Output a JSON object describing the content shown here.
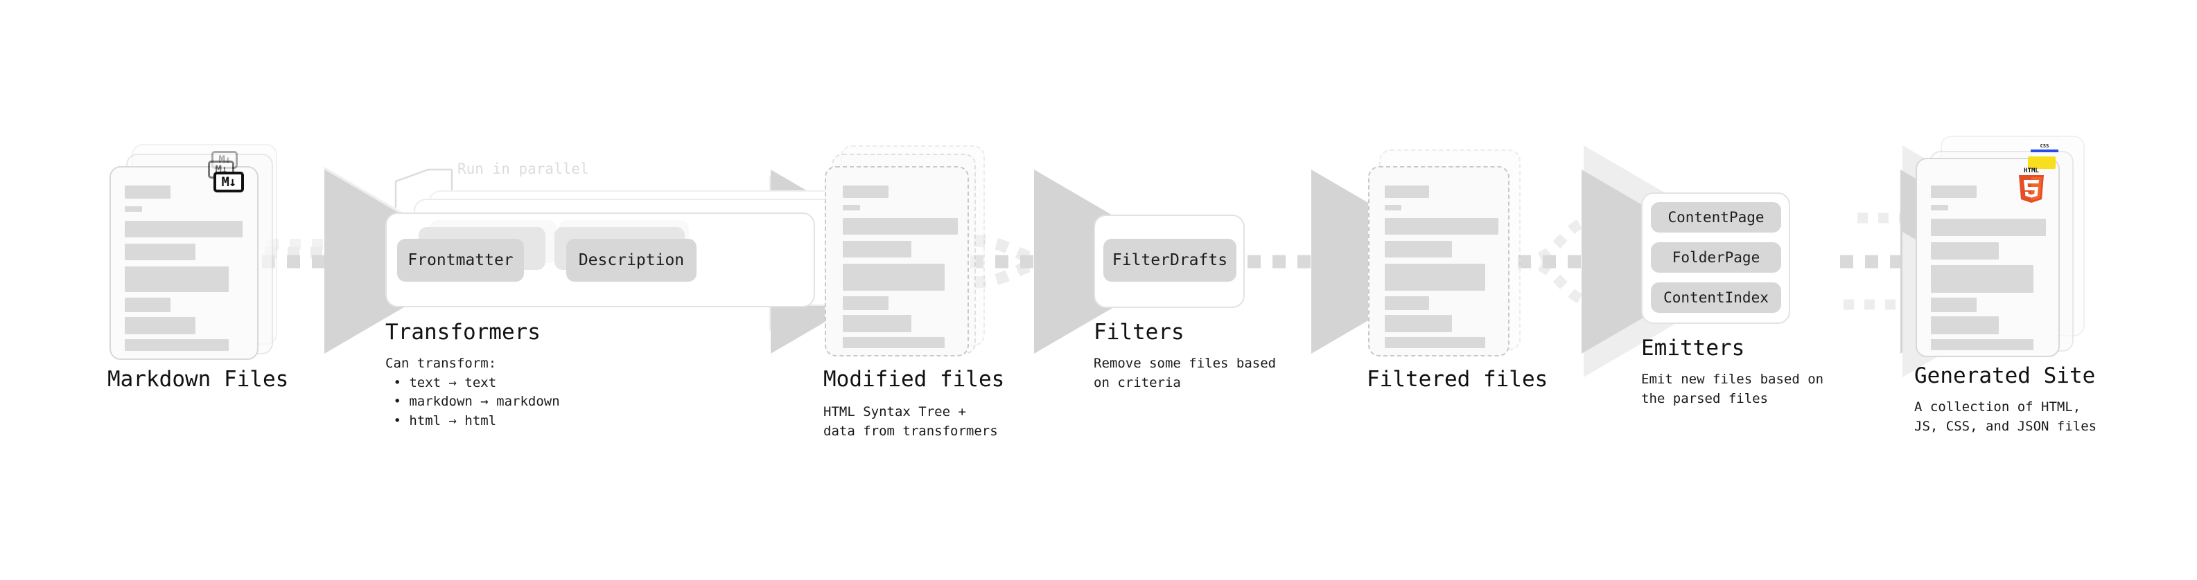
{
  "diagram": {
    "background": "#ffffff",
    "accent_gray": "#d9d9d9",
    "chip_gray": "#d7d7d7",
    "ink": "#111111"
  },
  "stages": [
    {
      "key": "markdown_files",
      "title": "Markdown Files",
      "subtitle": "",
      "badge": "markdown-badge",
      "badge_text": "M↓"
    },
    {
      "key": "transformers",
      "title": "Transformers",
      "subtitle": "Can transform:\n • text → text\n • markdown → markdown\n • html → html",
      "note": "Run in parallel",
      "chips": [
        "Frontmatter",
        "Description"
      ]
    },
    {
      "key": "modified_files",
      "title": "Modified files",
      "subtitle": "HTML Syntax Tree +\ndata from transformers"
    },
    {
      "key": "filters",
      "title": "Filters",
      "subtitle": "Remove some files based\non criteria",
      "chips": [
        "FilterDrafts"
      ]
    },
    {
      "key": "filtered_files",
      "title": "Filtered files",
      "subtitle": ""
    },
    {
      "key": "emitters",
      "title": "Emitters",
      "subtitle": "Emit new files based on\nthe parsed files",
      "chips": [
        "ContentPage",
        "FolderPage",
        "ContentIndex"
      ]
    },
    {
      "key": "generated_site",
      "title": "Generated Site",
      "subtitle": "A collection of HTML,\nJS, CSS, and JSON files",
      "badges": [
        "html5-badge",
        "js-badge",
        "css-badge"
      ],
      "badge_text_html": "HTML",
      "badge_text_html_num": "5",
      "badge_text_css": "CSS"
    }
  ]
}
